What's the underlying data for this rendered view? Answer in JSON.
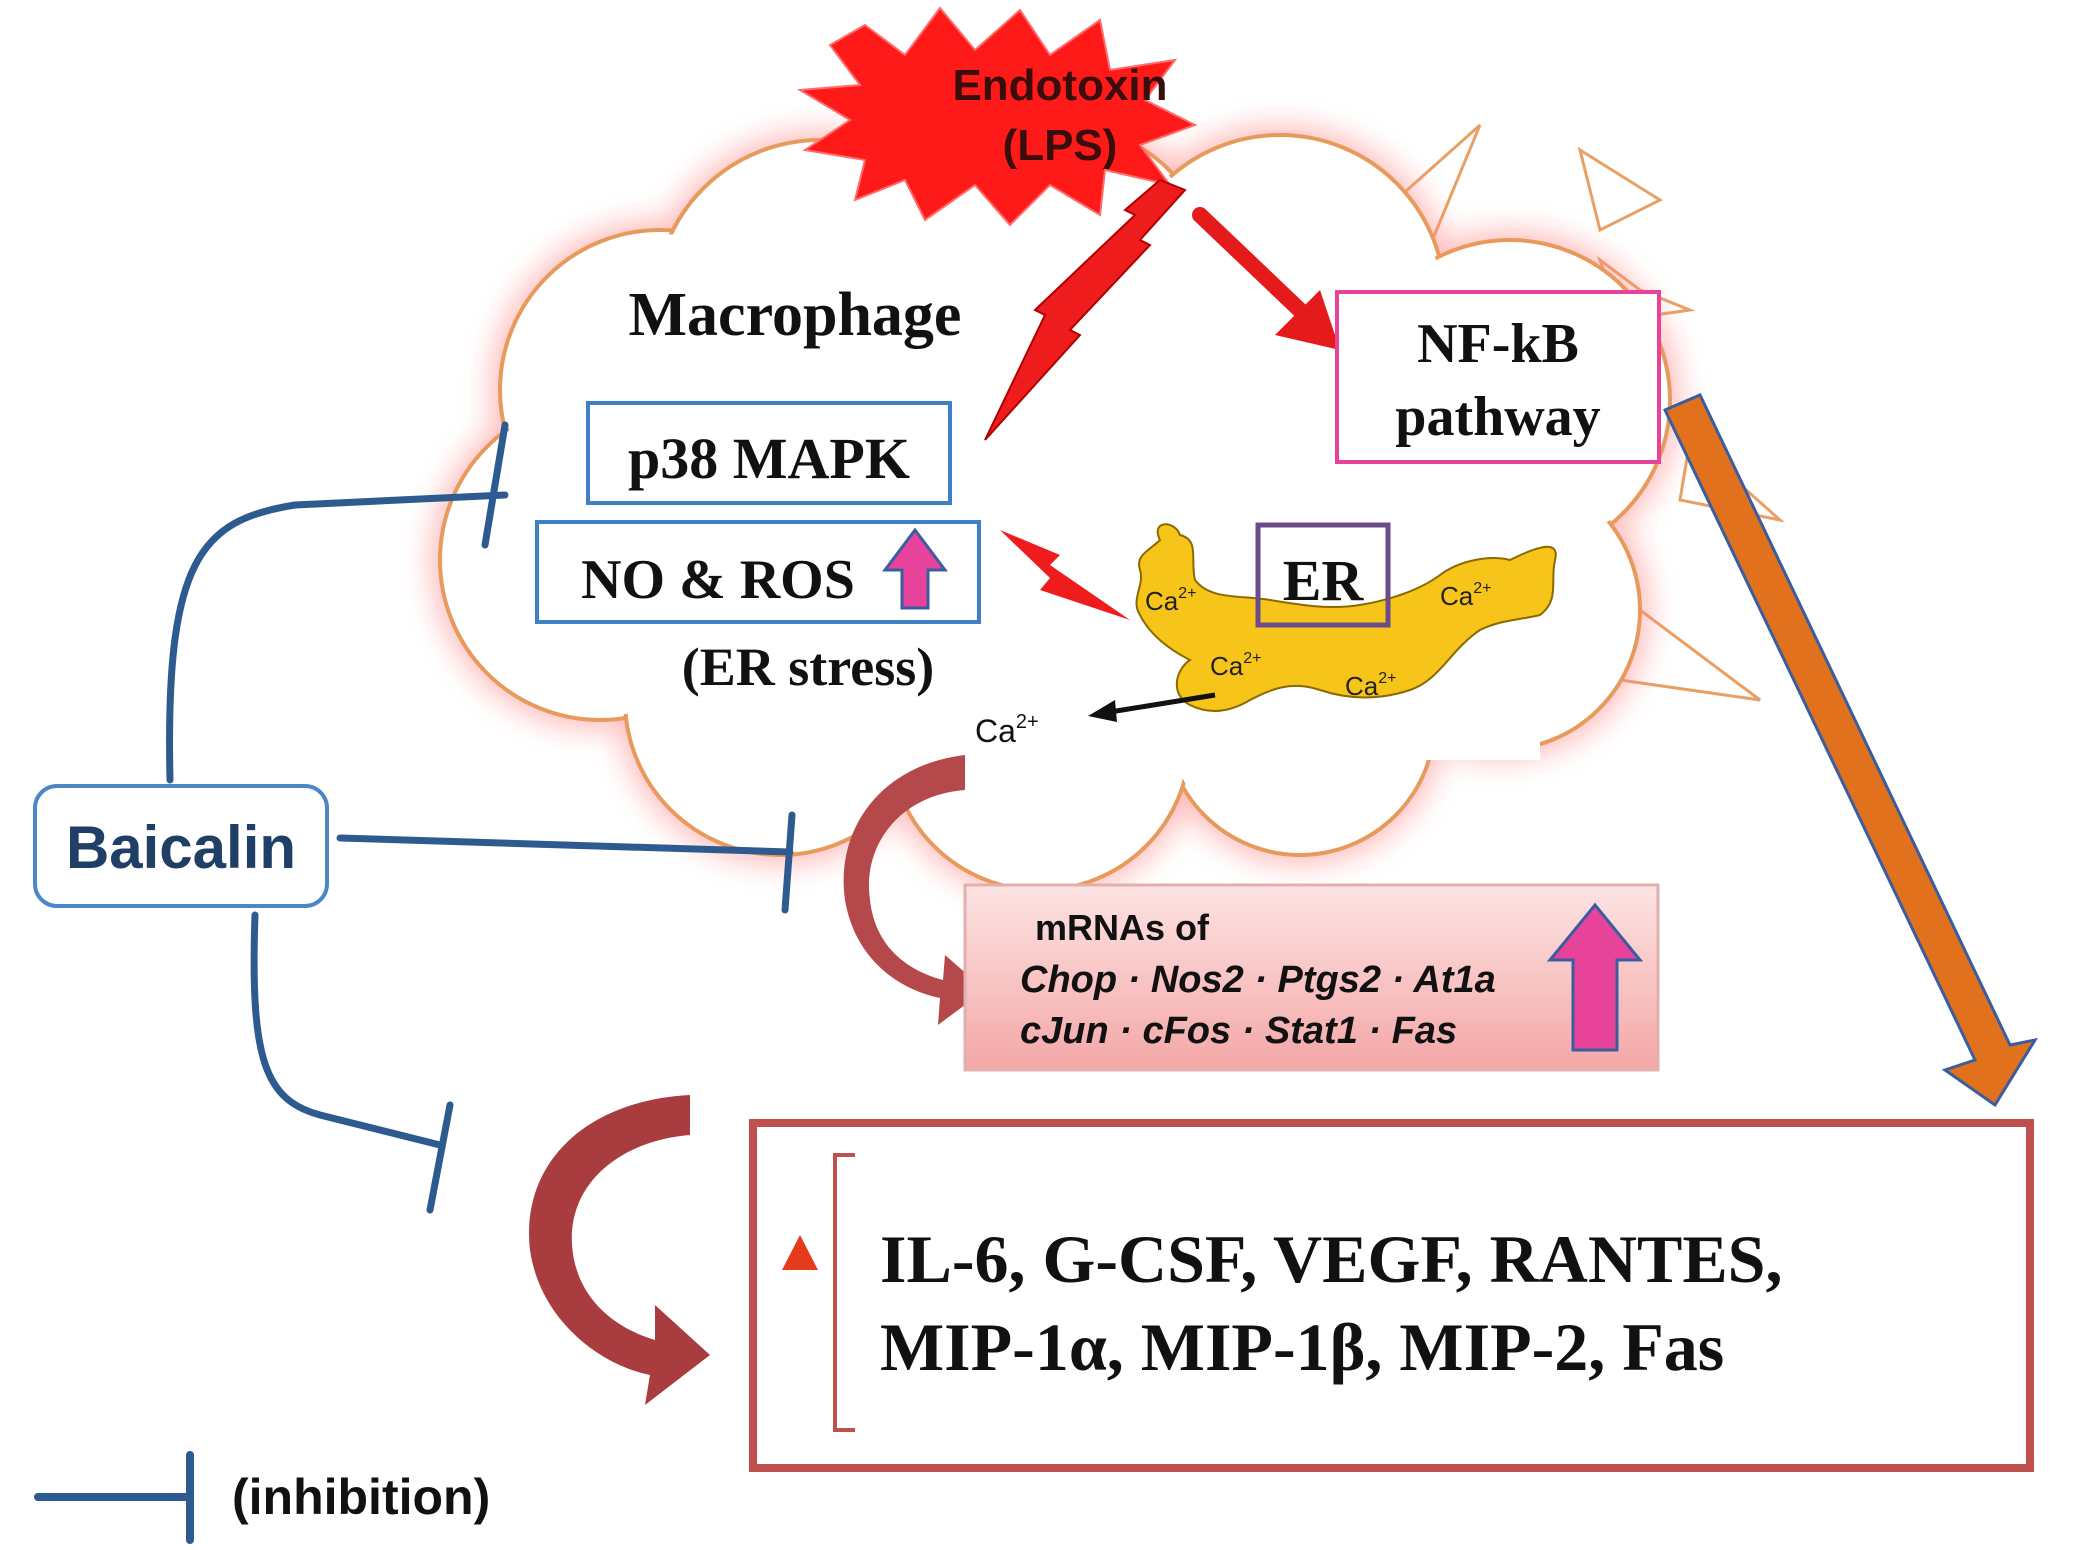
{
  "endotoxin": {
    "line1": "Endotoxin",
    "line2": "(LPS)"
  },
  "macrophage": {
    "label": "Macrophage"
  },
  "p38": {
    "label": "p38 MAPK"
  },
  "no_ros": {
    "label": "NO & ROS"
  },
  "er_stress": {
    "label": "(ER stress)"
  },
  "nfkb": {
    "line1": "NF-kB",
    "line2": "pathway"
  },
  "er": {
    "label": "ER",
    "calcium_label": "Ca",
    "calcium_charge": "2+"
  },
  "baicalin": {
    "label": "Baicalin"
  },
  "mrna": {
    "title": "mRNAs of",
    "line1": "Chop · Nos2 · Ptgs2 · At1a",
    "line2": "cJun · cFos · Stat1 · Fas"
  },
  "cytokines": {
    "line1": "IL-6, G-CSF, VEGF, RANTES,",
    "line2": "MIP-1α, MIP-1β, MIP-2, Fas"
  },
  "legend": {
    "label": "(inhibition)"
  },
  "colors": {
    "inhibition": "#2e5b8f",
    "activation": "#e51b1b",
    "nfkb_border": "#e8439a",
    "box_border": "#3f7fc6",
    "er_fill": "#f7c41a",
    "er_border": "#6a4b8c",
    "output_border": "#c0504d",
    "orange_arrow": "#e2711d",
    "up_arrow": "#e8439a"
  }
}
